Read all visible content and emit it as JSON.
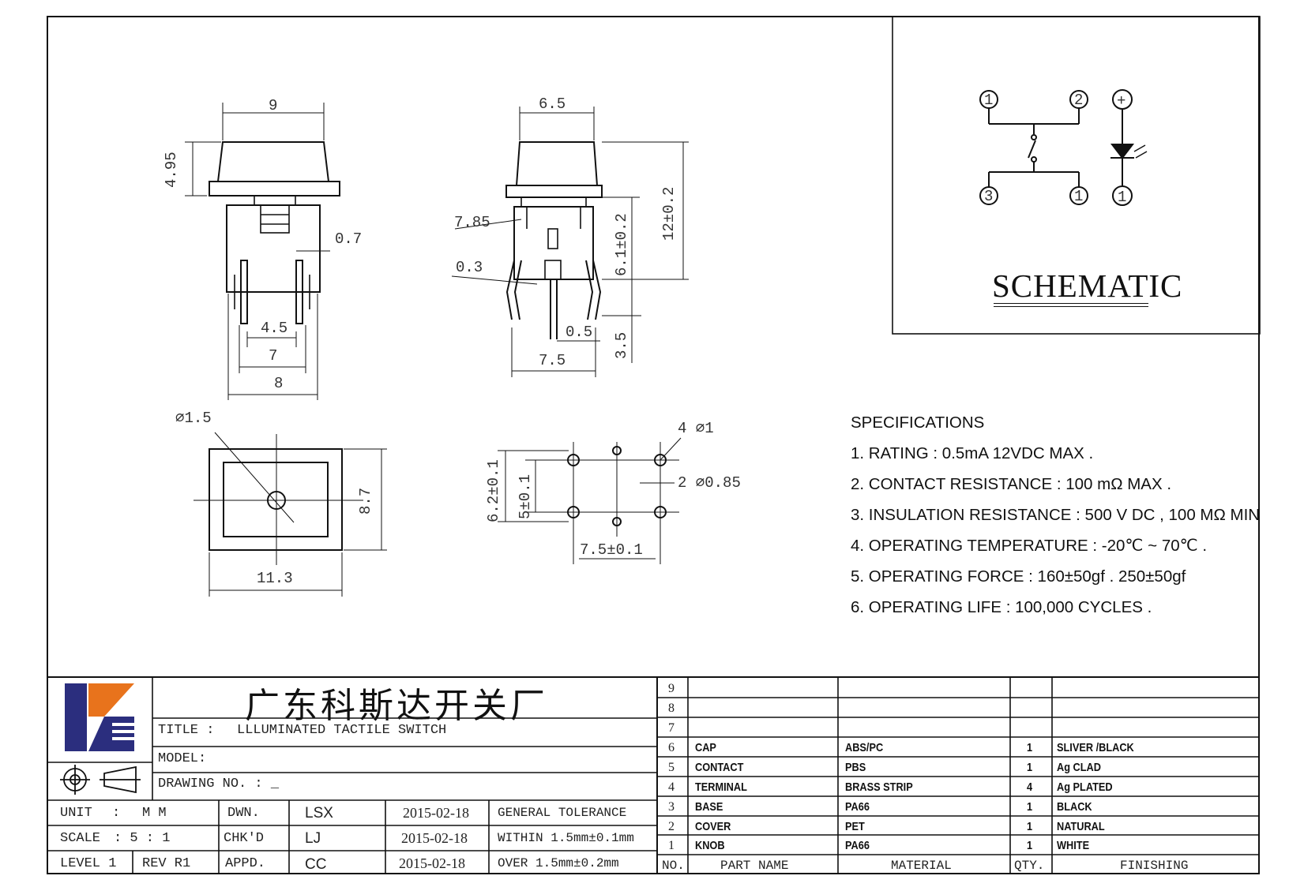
{
  "views": {
    "front": {
      "width_top": "9",
      "cap_height": "4.95",
      "pin_thickness": "0.7",
      "pin_gap": "4.5",
      "pin_span": "7",
      "base_width": "8"
    },
    "side": {
      "width_top": "6.5",
      "step_height": "7.85",
      "pin_width": "0.3",
      "body_height": "12±0.2",
      "mid_height": "6.1±0.2",
      "pin_length": "3.5",
      "pin_tip": "0.5",
      "base_width": "7.5"
    },
    "bottom": {
      "hole": "⌀1.5",
      "height": "8.7",
      "width": "11.3"
    },
    "footprint": {
      "holes_4": "4 ⌀1",
      "holes_2": "2 ⌀0.85",
      "outer_row": "6.2±0.1",
      "inner_row": "5±0.1",
      "pitch": "7.5±0.1"
    }
  },
  "schematic": {
    "pins": {
      "p1": "1",
      "p2": "2",
      "p3": "3",
      "p4": "1",
      "led_plus": "+",
      "led_minus": "1"
    },
    "label": "SCHEMATIC"
  },
  "specifications": {
    "heading": "SPECIFICATIONS",
    "items": [
      "1. RATING : 0.5mA 12VDC MAX .",
      "2. CONTACT RESISTANCE : 100 mΩ MAX .",
      "3. INSULATION RESISTANCE : 500 V DC , 100 MΩ MIN",
      "4. OPERATING TEMPERATURE : -20℃ ~ 70℃ .",
      "5. OPERATING FORCE : 160±50gf . 250±50gf",
      "6. OPERATING LIFE : 100,000 CYCLES ."
    ]
  },
  "title_block": {
    "company": "广东科斯达开关厂",
    "title_label": "TITLE :",
    "title_value": "LLLUMINATED TACTILE SWITCH",
    "model_label": "MODEL:",
    "drawing_label": "DRAWING NO. : _",
    "unit_label": "UNIT",
    "unit_sep": ":",
    "unit_value": "M M",
    "scale_label": "SCALE",
    "scale_value": ": 5 : 1",
    "level_label": "LEVEL 1",
    "rev_label": "REV R1",
    "dwn_label": "DWN.",
    "chk_label": "CHK'D",
    "appd_label": "APPD.",
    "dwn_name": "LSX",
    "chk_name": "LJ",
    "appd_name": "CC",
    "dwn_date": "2015-02-18",
    "chk_date": "2015-02-18",
    "appd_date": "2015-02-18",
    "tol_heading": "GENERAL TOLERANCE",
    "tol_within": "WITHIN 1.5mm±0.1mm",
    "tol_over": "OVER 1.5mm±0.2mm"
  },
  "bom": {
    "headers": {
      "no": "NO.",
      "part": "PART NAME",
      "material": "MATERIAL",
      "qty": "QTY.",
      "finish": "FINISHING"
    },
    "rows": [
      {
        "no": "9",
        "part": "",
        "material": "",
        "qty": "",
        "finish": ""
      },
      {
        "no": "8",
        "part": "",
        "material": "",
        "qty": "",
        "finish": ""
      },
      {
        "no": "7",
        "part": "",
        "material": "",
        "qty": "",
        "finish": ""
      },
      {
        "no": "6",
        "part": "CAP",
        "material": "ABS/PC",
        "qty": "1",
        "finish": "SLIVER /BLACK"
      },
      {
        "no": "5",
        "part": "CONTACT",
        "material": "PBS",
        "qty": "1",
        "finish": "Ag CLAD"
      },
      {
        "no": "4",
        "part": "TERMINAL",
        "material": "BRASS STRIP",
        "qty": "4",
        "finish": "Ag PLATED"
      },
      {
        "no": "3",
        "part": "BASE",
        "material": "PA66",
        "qty": "1",
        "finish": "BLACK"
      },
      {
        "no": "2",
        "part": "COVER",
        "material": "PET",
        "qty": "1",
        "finish": "NATURAL"
      },
      {
        "no": "1",
        "part": "KNOB",
        "material": "PA66",
        "qty": "1",
        "finish": "WHITE"
      }
    ]
  },
  "colors": {
    "logo_blue": "#2b2e7e",
    "logo_orange": "#e8731c",
    "line": "#111111"
  }
}
